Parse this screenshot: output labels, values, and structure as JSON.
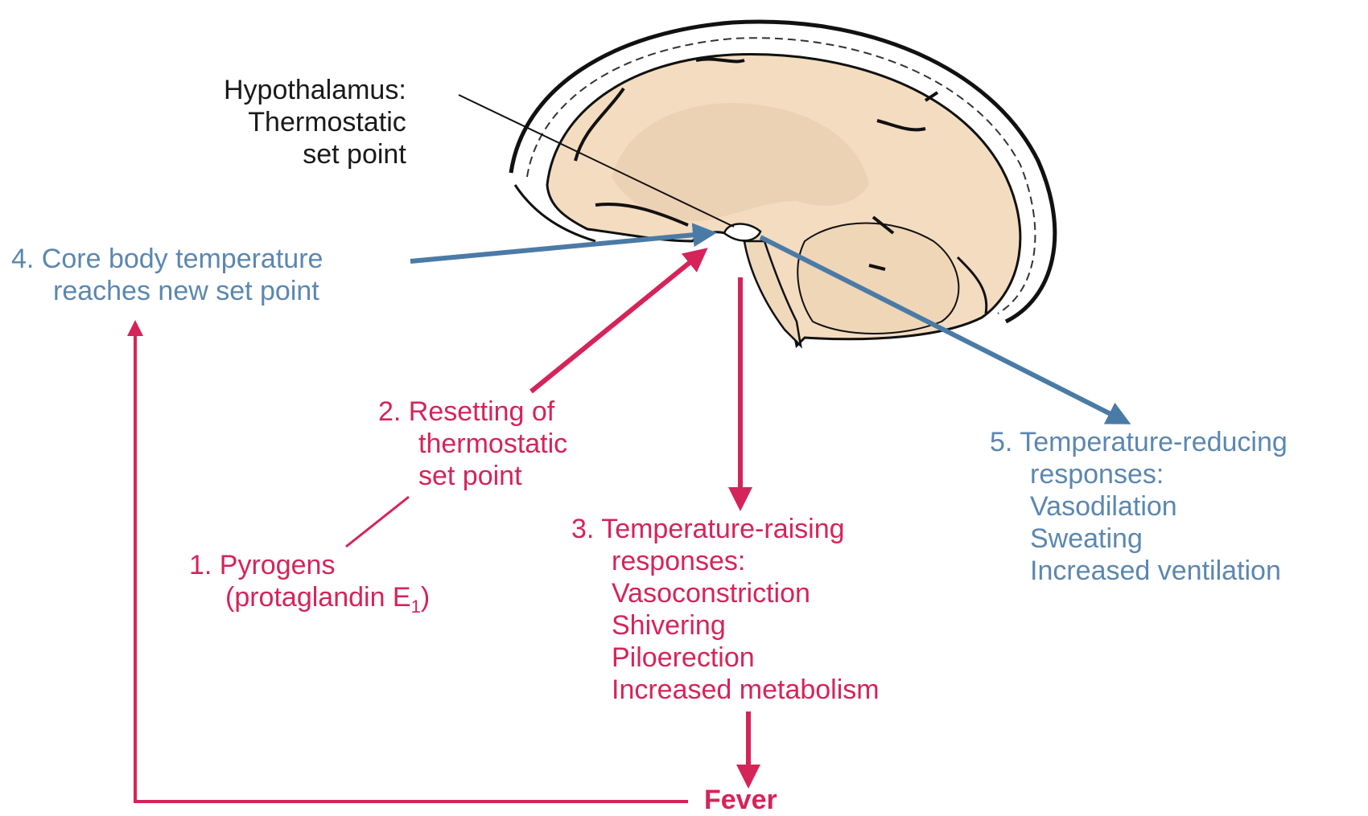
{
  "colors": {
    "red": "#d5245a",
    "blue": "#4a7ba6",
    "brain_fill": "#f3dcc0",
    "brain_shade": "#e8c9a4",
    "outline": "#111111"
  },
  "hypothalamus_label": [
    "Hypothalamus:",
    "Thermostatic",
    "set point"
  ],
  "step1": {
    "line1": "1. Pyrogens",
    "line2_prefix": "(protaglandin E",
    "line2_sub": "1",
    "line2_suffix": ")"
  },
  "step2": [
    "2. Resetting of",
    "thermostatic",
    "set point"
  ],
  "step3": [
    "3. Temperature-raising",
    "responses:",
    "Vasoconstriction",
    "Shivering",
    "Piloerection",
    "Increased metabolism"
  ],
  "step4": [
    "4. Core body temperature",
    "reaches new set point"
  ],
  "step5": [
    "5. Temperature-reducing",
    "responses:",
    "Vasodilation",
    "Sweating",
    "Increased ventilation"
  ],
  "fever_label": "Fever"
}
